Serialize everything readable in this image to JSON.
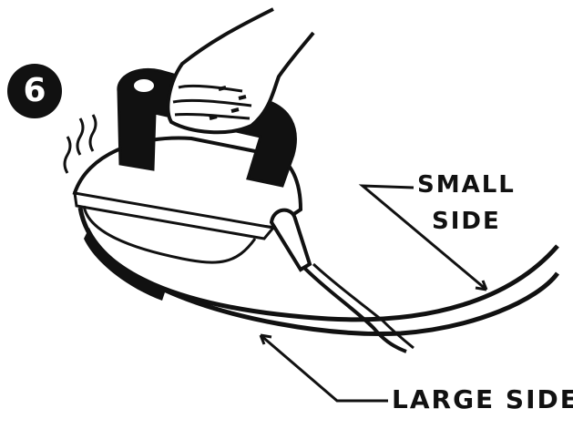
{
  "step": {
    "number": "6"
  },
  "labels": {
    "small_side_line1": "SMALL",
    "small_side_line2": "SIDE",
    "large_side": "LARGE SIDE"
  },
  "colors": {
    "ink": "#111111",
    "paper": "#ffffff"
  }
}
